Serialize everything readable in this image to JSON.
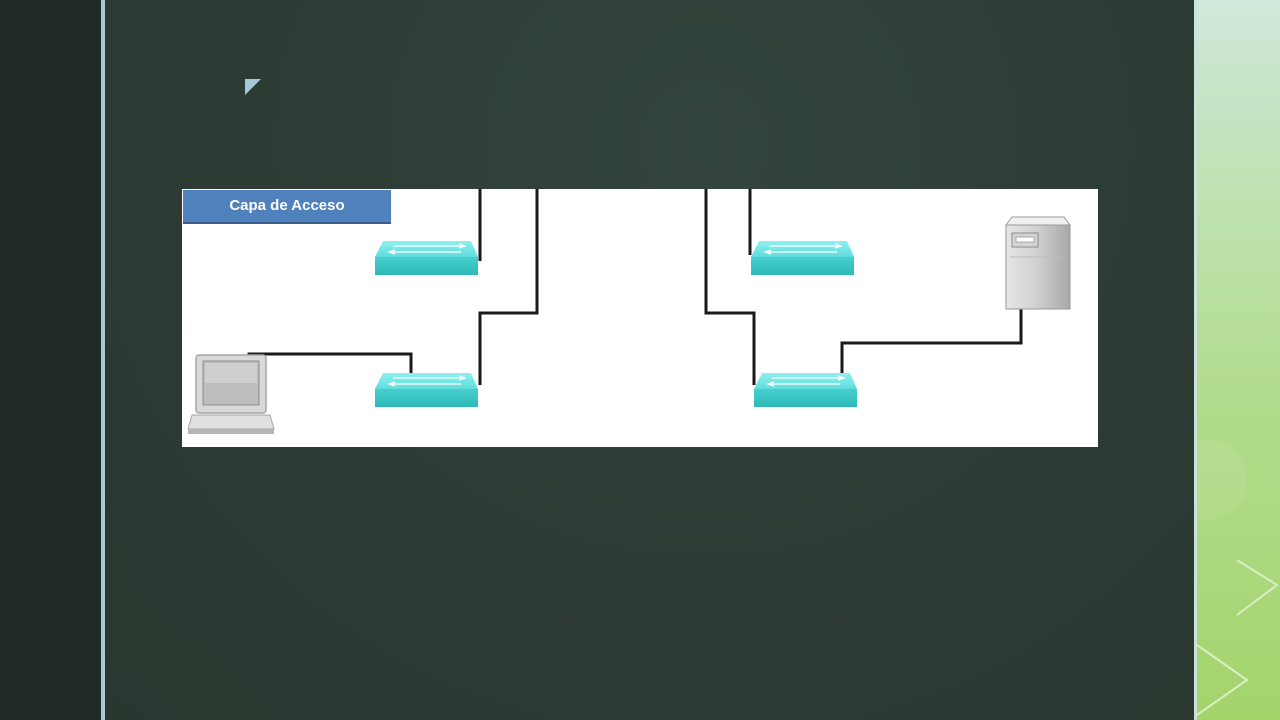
{
  "slide": {
    "diagram": {
      "layer_label": "Capa de Acceso",
      "devices": [
        {
          "kind": "switch",
          "icon": "switch-icon"
        },
        {
          "kind": "switch",
          "icon": "switch-icon"
        },
        {
          "kind": "switch",
          "icon": "switch-icon"
        },
        {
          "kind": "switch",
          "icon": "switch-icon"
        },
        {
          "kind": "laptop",
          "icon": "laptop-icon"
        },
        {
          "kind": "server",
          "icon": "server-icon"
        }
      ]
    }
  },
  "colors": {
    "background": "#2b3a33",
    "left_panel": "#1f2a26",
    "accent_rule": "#a8c8d6",
    "switch_fill": "#4fd3d3",
    "banner": "#4f81bd",
    "links": "#1a1a1a"
  }
}
